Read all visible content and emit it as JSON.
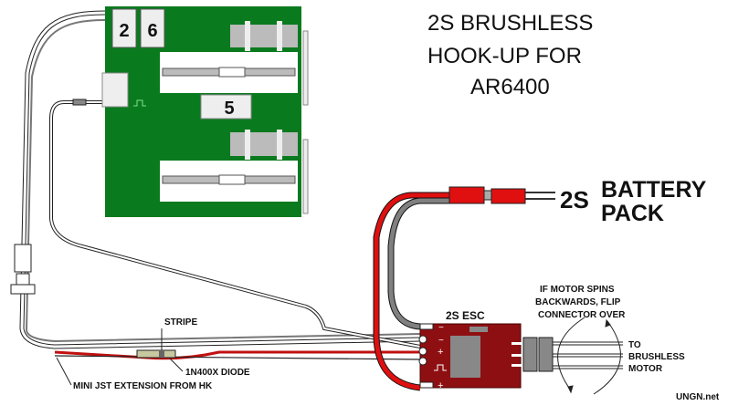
{
  "title": {
    "line1": "2S BRUSHLESS",
    "line2": "HOOK-UP FOR",
    "line3": "AR6400"
  },
  "receiver": {
    "channel_a": "2",
    "channel_b": "6",
    "channel_c": "5"
  },
  "battery": {
    "cells": "2S",
    "line1": "BATTERY",
    "line2": "PACK"
  },
  "esc": {
    "label": "2S ESC",
    "pin_minus": "−",
    "pin_plus": "+"
  },
  "labels": {
    "stripe": "STRIPE",
    "diode": "1N400X DIODE",
    "extension": "MINI JST EXTENSION FROM HK",
    "flip1": "IF MOTOR SPINS",
    "flip2": "BACKWARDS, FLIP",
    "flip3": "CONNECTOR OVER",
    "motor1": "TO",
    "motor2": "BRUSHLESS",
    "motor3": "MOTOR",
    "credit": "UNGN.net"
  },
  "colors": {
    "board": "#0a7a1e",
    "esc": "#8e0f12",
    "wire_red": "#e01010",
    "wire_gray": "#808080"
  }
}
